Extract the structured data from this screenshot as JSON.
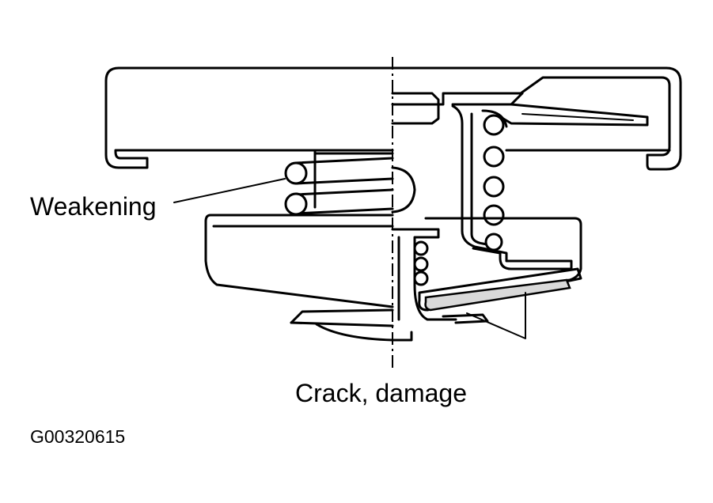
{
  "diagram": {
    "labels": {
      "weakening": "Weakening",
      "crack_damage": "Crack, damage",
      "figure_code": "G00320615"
    },
    "colors": {
      "line": "#000000",
      "background": "#ffffff",
      "gasket_fill": "#d9d9d9"
    }
  }
}
